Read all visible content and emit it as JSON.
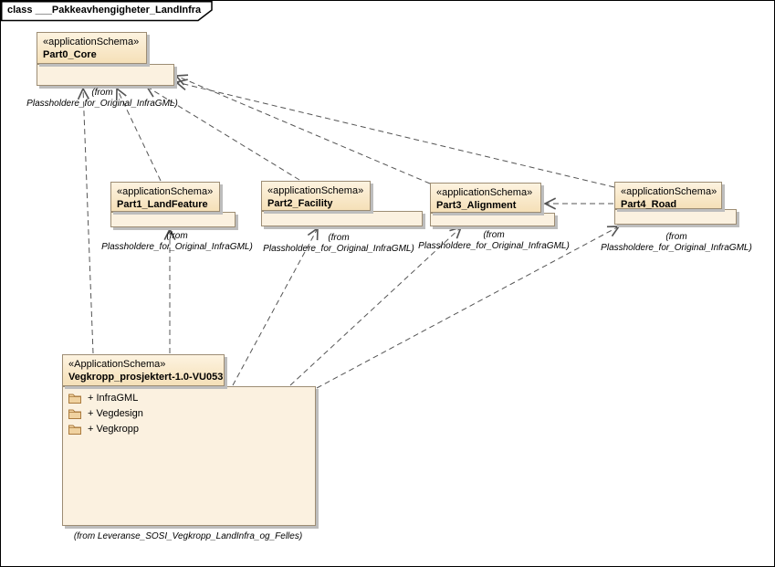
{
  "diagram": {
    "frame_label": "class ___Pakkeavhengigheter_LandInfra"
  },
  "packages": {
    "part0": {
      "stereotype": "«applicationSchema»",
      "name": "Part0_Core",
      "from_line1": "(from",
      "from_line2": "Plassholdere_for_Original_InfraGML)"
    },
    "part1": {
      "stereotype": "«applicationSchema»",
      "name": "Part1_LandFeature",
      "from_line1": "(from",
      "from_line2": "Plassholdere_for_Original_InfraGML)"
    },
    "part2": {
      "stereotype": "«applicationSchema»",
      "name": "Part2_Facility",
      "from_line1": "(from",
      "from_line2": "Plassholdere_for_Original_InfraGML)"
    },
    "part3": {
      "stereotype": "«applicationSchema»",
      "name": "Part3_Alignment",
      "from_line1": "(from",
      "from_line2": "Plassholdere_for_Original_InfraGML)"
    },
    "part4": {
      "stereotype": "«applicationSchema»",
      "name": "Part4_Road",
      "from_line1": "(from",
      "from_line2": "Plassholdere_for_Original_InfraGML)"
    },
    "vegkropp": {
      "stereotype": "«ApplicationSchema»",
      "name": "Vegkropp_prosjektert-1.0-VU053",
      "items": [
        "+ InfraGML",
        "+ Vegdesign",
        "+ Vegkropp"
      ],
      "from_label": "(from Leveranse_SOSI_Vegkropp_LandInfra_og_Felles)"
    }
  },
  "connections": [
    {
      "from": "Part1_LandFeature",
      "to": "Part0_Core",
      "type": "dependency"
    },
    {
      "from": "Part2_Facility",
      "to": "Part0_Core",
      "type": "dependency"
    },
    {
      "from": "Part3_Alignment",
      "to": "Part0_Core",
      "type": "dependency"
    },
    {
      "from": "Part4_Road",
      "to": "Part0_Core",
      "type": "dependency"
    },
    {
      "from": "Part4_Road",
      "to": "Part3_Alignment",
      "type": "dependency"
    },
    {
      "from": "Vegkropp_prosjektert-1.0-VU053",
      "to": "Part0_Core",
      "type": "dependency"
    },
    {
      "from": "Vegkropp_prosjektert-1.0-VU053",
      "to": "Part1_LandFeature",
      "type": "dependency"
    },
    {
      "from": "Vegkropp_prosjektert-1.0-VU053",
      "to": "Part2_Facility",
      "type": "dependency"
    },
    {
      "from": "Vegkropp_prosjektert-1.0-VU053",
      "to": "Part3_Alignment",
      "type": "dependency"
    },
    {
      "from": "Vegkropp_prosjektert-1.0-VU053",
      "to": "Part4_Road",
      "type": "dependency"
    }
  ],
  "colors": {
    "package_tab_top": "#fdf3e0",
    "package_tab_bottom": "#f5e0b8",
    "package_body_fill": "#fbf1e0",
    "package_border": "#9d8d74",
    "shadow": "#bdbdbd",
    "edge": "#545454",
    "folder_fill": "#f0d2a0",
    "folder_border": "#ab7b3e"
  }
}
